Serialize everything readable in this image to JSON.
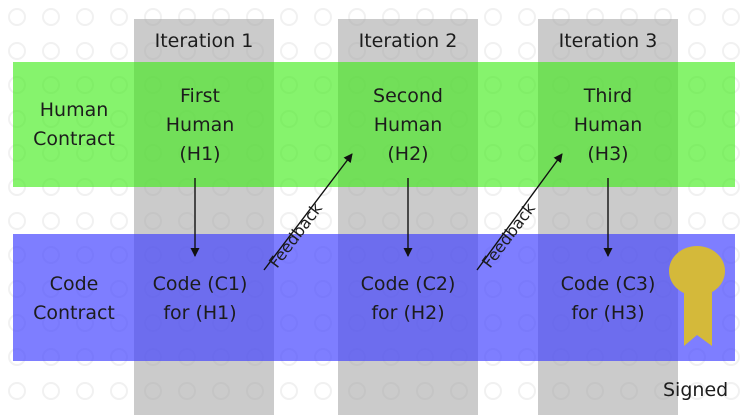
{
  "iterations": [
    "Iteration 1",
    "Iteration 2",
    "Iteration 3"
  ],
  "rows": {
    "human_label": [
      "Human",
      "Contract"
    ],
    "code_label": [
      "Code",
      "Contract"
    ]
  },
  "human_cells": [
    [
      "First",
      "Human",
      "(H1)"
    ],
    [
      "Second",
      "Human",
      "(H2)"
    ],
    [
      "Third",
      "Human",
      "(H3)"
    ]
  ],
  "code_cells": [
    [
      "Code (C1)",
      "for (H1)"
    ],
    [
      "Code (C2)",
      "for (H2)"
    ],
    [
      "Code (C3)",
      "for (H3)"
    ]
  ],
  "feedback_label": "Feedback",
  "signed_label": "Signed",
  "colors": {
    "human_band": "#3ceb14",
    "code_band": "#4141ff",
    "iteration_column": "#a0a0a0",
    "seal": "#d4b93a"
  }
}
